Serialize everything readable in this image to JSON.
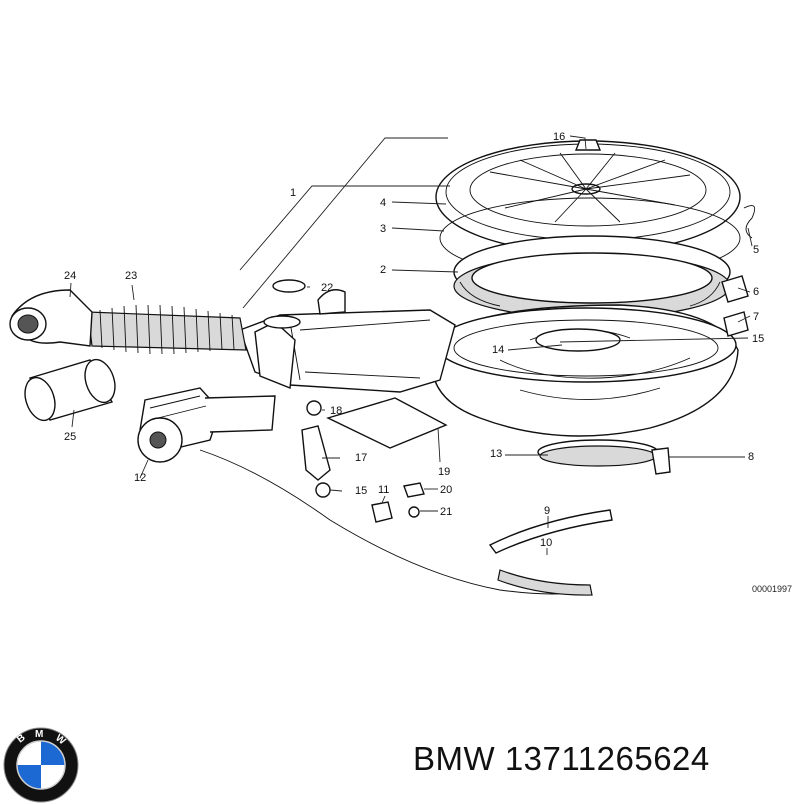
{
  "diagram": {
    "callouts": [
      {
        "id": "1",
        "text": "1"
      },
      {
        "id": "2",
        "text": "2"
      },
      {
        "id": "3",
        "text": "3"
      },
      {
        "id": "4",
        "text": "4"
      },
      {
        "id": "5",
        "text": "5"
      },
      {
        "id": "6",
        "text": "6"
      },
      {
        "id": "7",
        "text": "7"
      },
      {
        "id": "8",
        "text": "8"
      },
      {
        "id": "9",
        "text": "9"
      },
      {
        "id": "10",
        "text": "10"
      },
      {
        "id": "11",
        "text": "11"
      },
      {
        "id": "12",
        "text": "12"
      },
      {
        "id": "13",
        "text": "13"
      },
      {
        "id": "14",
        "text": "14"
      },
      {
        "id": "15a",
        "text": "15"
      },
      {
        "id": "15b",
        "text": "15"
      },
      {
        "id": "16",
        "text": "16"
      },
      {
        "id": "17",
        "text": "17"
      },
      {
        "id": "18",
        "text": "18"
      },
      {
        "id": "19",
        "text": "19"
      },
      {
        "id": "20",
        "text": "20"
      },
      {
        "id": "21",
        "text": "21"
      },
      {
        "id": "22",
        "text": "22"
      },
      {
        "id": "23",
        "text": "23"
      },
      {
        "id": "24",
        "text": "24"
      },
      {
        "id": "25",
        "text": "25"
      }
    ],
    "reference_code": "00001997"
  },
  "footer": {
    "brand": "BMW",
    "part_number": "13711265624",
    "logo_letters": "BMW",
    "logo_colors": {
      "ring": "#111111",
      "blue": "#1c69d4",
      "white": "#ffffff",
      "letters": "#ffffff"
    }
  }
}
